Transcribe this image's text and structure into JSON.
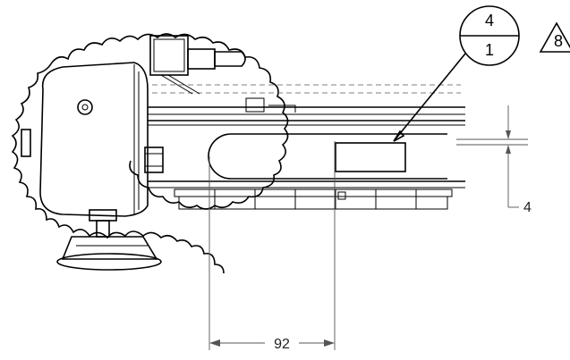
{
  "detail_callout": {
    "top_number": "4",
    "bottom_number": "1"
  },
  "revision_marker": {
    "label": "8"
  },
  "dimensions": {
    "vertical_gap": "4",
    "horizontal_width": "92"
  }
}
